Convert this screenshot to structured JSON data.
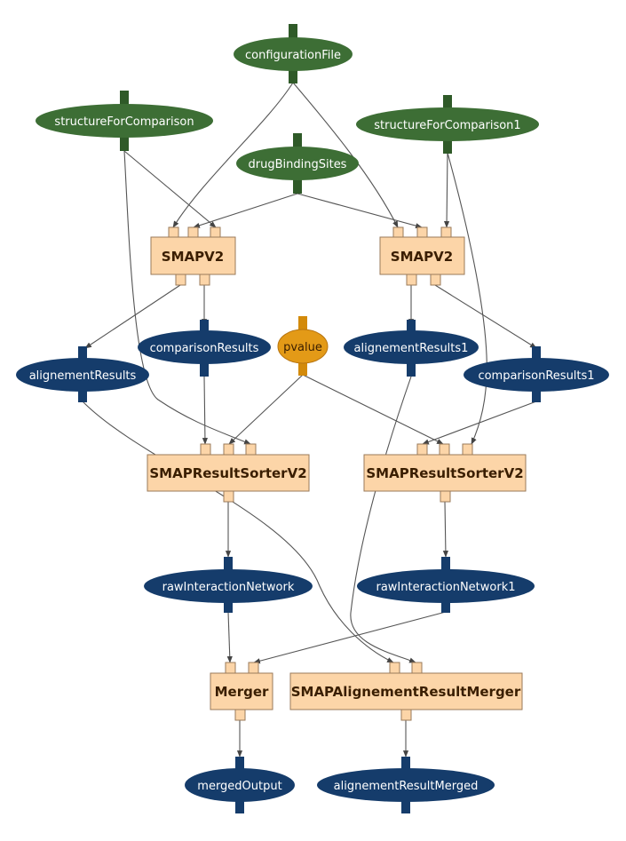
{
  "colors": {
    "input": "#3d6e35",
    "input_port": "#2f5a28",
    "output": "#153c6b",
    "output_port": "#153c6b",
    "processor_fill": "#fcd5a8",
    "processor_stroke": "#9a7a5a",
    "parameter": "#e39a17",
    "parameter_port": "#d38a0a",
    "edge": "#555555"
  },
  "inputs": {
    "configurationFile": "configurationFile",
    "structureForComparison": "structureForComparison",
    "structureForComparison1": "structureForComparison1",
    "drugBindingSites": "drugBindingSites"
  },
  "parameters": {
    "pvalue": "pvalue"
  },
  "processors": {
    "smapv2_left": "SMAPV2",
    "smapv2_right": "SMAPV2",
    "sorter_left": "SMAPResultSorterV2",
    "sorter_right": "SMAPResultSorterV2",
    "merger": "Merger",
    "alignement_merger": "SMAPAlignementResultMerger"
  },
  "outputs": {
    "comparisonResults": "comparisonResults",
    "alignementResults": "alignementResults",
    "alignementResults1": "alignementResults1",
    "comparisonResults1": "comparisonResults1",
    "rawInteractionNetwork": "rawInteractionNetwork",
    "rawInteractionNetwork1": "rawInteractionNetwork1",
    "mergedOutput": "mergedOutput",
    "alignementResultMerged": "alignementResultMerged"
  }
}
